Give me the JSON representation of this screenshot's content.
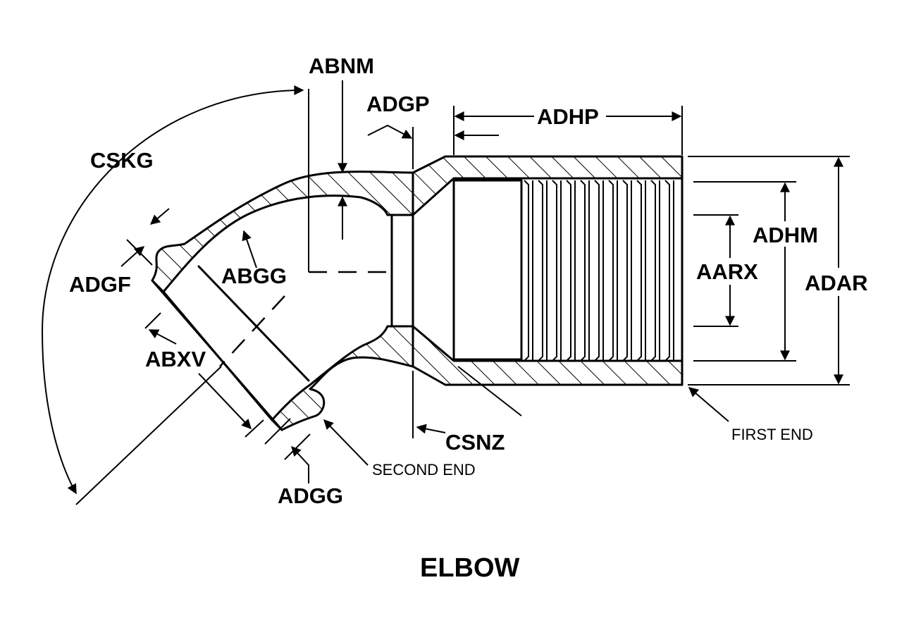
{
  "diagram": {
    "title": "ELBOW",
    "labels": {
      "abnm": "ABNM",
      "adgp": "ADGP",
      "adhp": "ADHP",
      "cskg": "CSKG",
      "adhm": "ADHM",
      "aarx": "AARX",
      "adar": "ADAR",
      "adgf": "ADGF",
      "abgg": "ABGG",
      "abxv": "ABXV",
      "csnz": "CSNZ",
      "first_end": "FIRST END",
      "second_end": "SECOND END",
      "adgg": "ADGG"
    }
  }
}
